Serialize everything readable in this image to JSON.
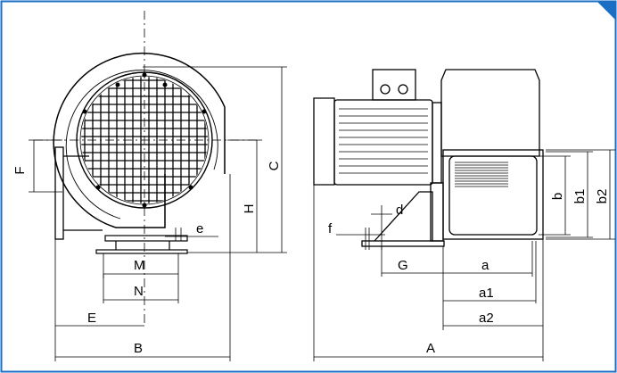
{
  "colors": {
    "frame": "#1a6fc4",
    "line": "#000000",
    "background": "#ffffff"
  },
  "side_view": {
    "labels": {
      "F": "F",
      "C": "C",
      "H": "H",
      "e": "e",
      "M": "M",
      "N": "N",
      "E": "E",
      "B": "B"
    }
  },
  "front_view": {
    "labels": {
      "d": "d",
      "f": "f",
      "G": "G",
      "a": "a",
      "a1": "a1",
      "a2": "a2",
      "A": "A",
      "b": "b",
      "b1": "b1",
      "b2": "b2"
    }
  }
}
